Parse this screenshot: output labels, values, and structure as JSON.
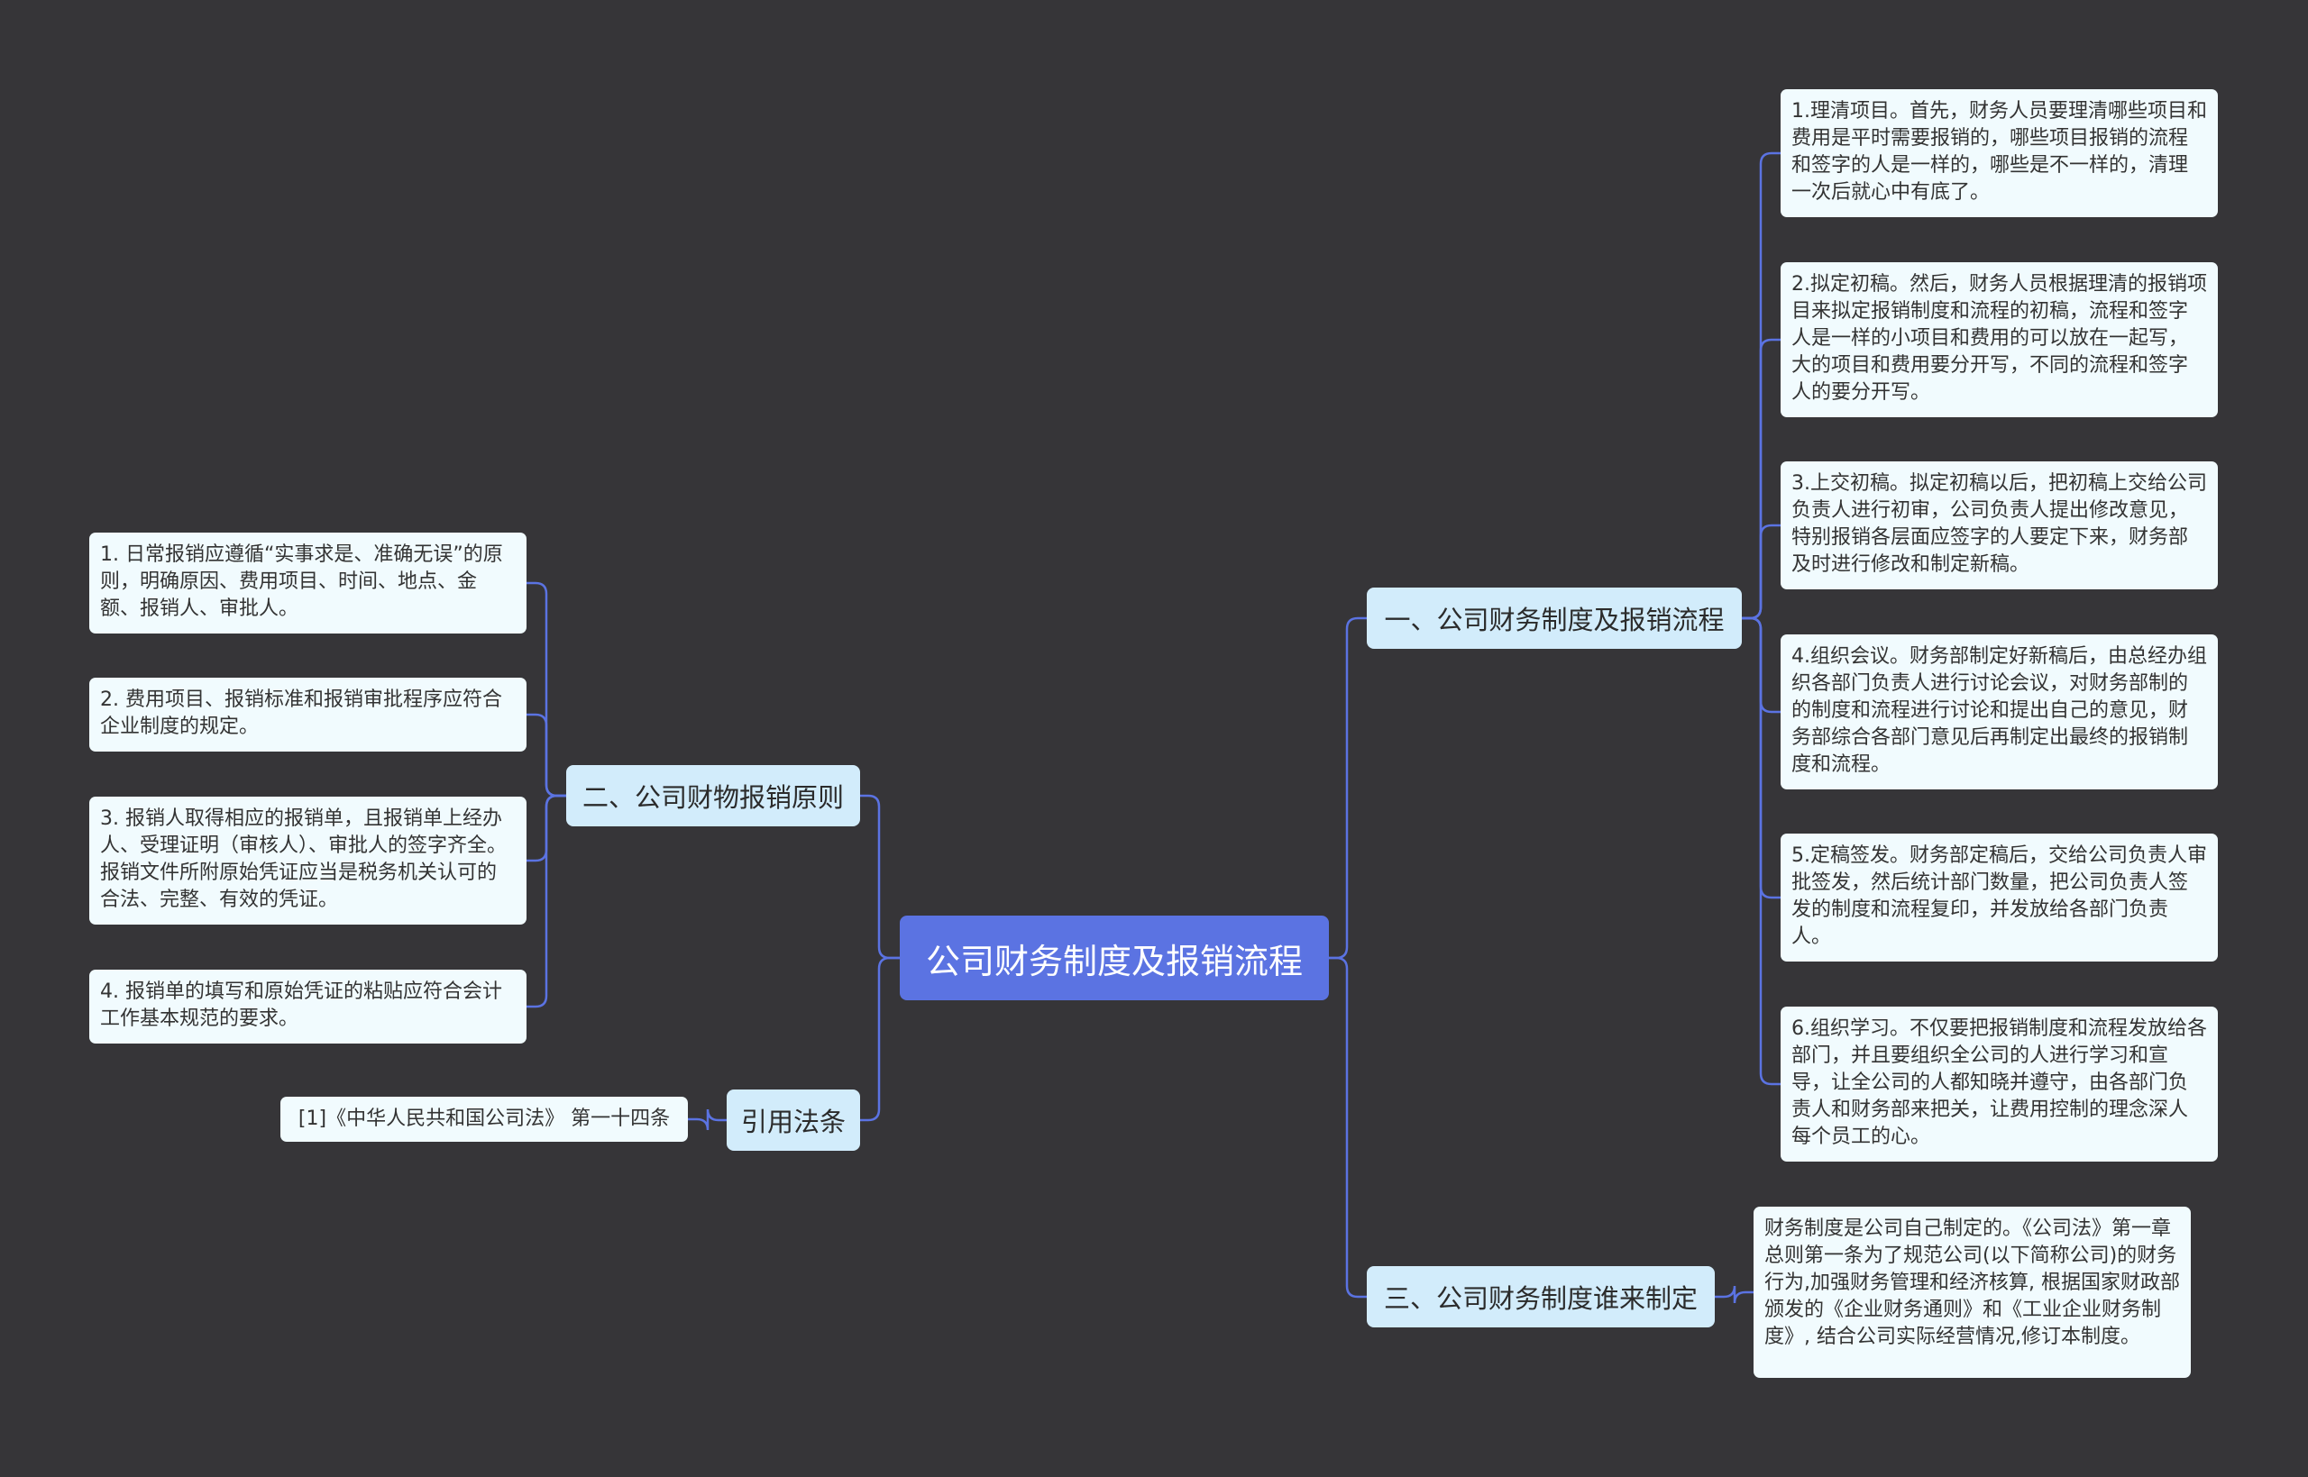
{
  "root": {
    "label": "公司财务制度及报销流程"
  },
  "branches": {
    "process": {
      "label": "一、公司财务制度及报销流程",
      "items": [
        "1.理清项目。首先，财务人员要理清哪些项目和费用是平时需要报销的，哪些项目报销的流程和签字的人是一样的，哪些是不一样的，清理一次后就心中有底了。",
        "2.拟定初稿。然后，财务人员根据理清的报销项目来拟定报销制度和流程的初稿，流程和签字人是一样的小项目和费用的可以放在一起写，大的项目和费用要分开写，不同的流程和签字人的要分开写。",
        "3.上交初稿。拟定初稿以后，把初稿上交给公司负责人进行初审，公司负责人提出修改意见，特别报销各层面应签字的人要定下来，财务部及时进行修改和制定新稿。",
        "4.组织会议。财务部制定好新稿后，由总经办组织各部门负责人进行讨论会议，对财务部制的的制度和流程进行讨论和提出自己的意见，财务部综合各部门意见后再制定出最终的报销制度和流程。",
        "5.定稿签发。财务部定稿后，交给公司负责人审批签发，然后统计部门数量，把公司负责人签发的制度和流程复印，并发放给各部门负责人。",
        "6.组织学习。不仅要把报销制度和流程发放给各部门，并且要组织全公司的人进行学习和宣导，让全公司的人都知晓并遵守，由各部门负责人和财务部来把关，让费用控制的理念深人每个员工的心。"
      ]
    },
    "principles": {
      "label": "二、公司财物报销原则",
      "items": [
        "1. 日常报销应遵循“实事求是、准确无误”的原则，明确原因、费用项目、时间、地点、金额、报销人、审批人。",
        "2. 费用项目、报销标准和报销审批程序应符合企业制度的规定。",
        "3. 报销人取得相应的报销单，且报销单上经办人、受理证明（审核人）、审批人的签字齐全。报销文件所附原始凭证应当是税务机关认可的合法、完整、有效的凭证。",
        "4. 报销单的填写和原始凭证的粘贴应符合会计工作基本规范的要求。"
      ]
    },
    "maker": {
      "label": "三、公司财务制度谁来制定",
      "items": [
        "财务制度是公司自己制定的。《公司法》第一章总则第一条为了规范公司(以下简称公司)的财务行为,加强财务管理和经济核算, 根据国家财政部颁发的《企业财务通则》和《工业企业财务制度》, 结合公司实际经营情况,修订本制度。"
      ]
    },
    "law": {
      "label": "引用法条",
      "items": [
        "[1]《中华人民共和国公司法》 第一十四条"
      ]
    }
  },
  "colors": {
    "background": "#363538",
    "root": "#5b73e2",
    "branch": "#d2ecfb",
    "leaf": "#f1fbfe",
    "connector": "#5b73e2"
  }
}
